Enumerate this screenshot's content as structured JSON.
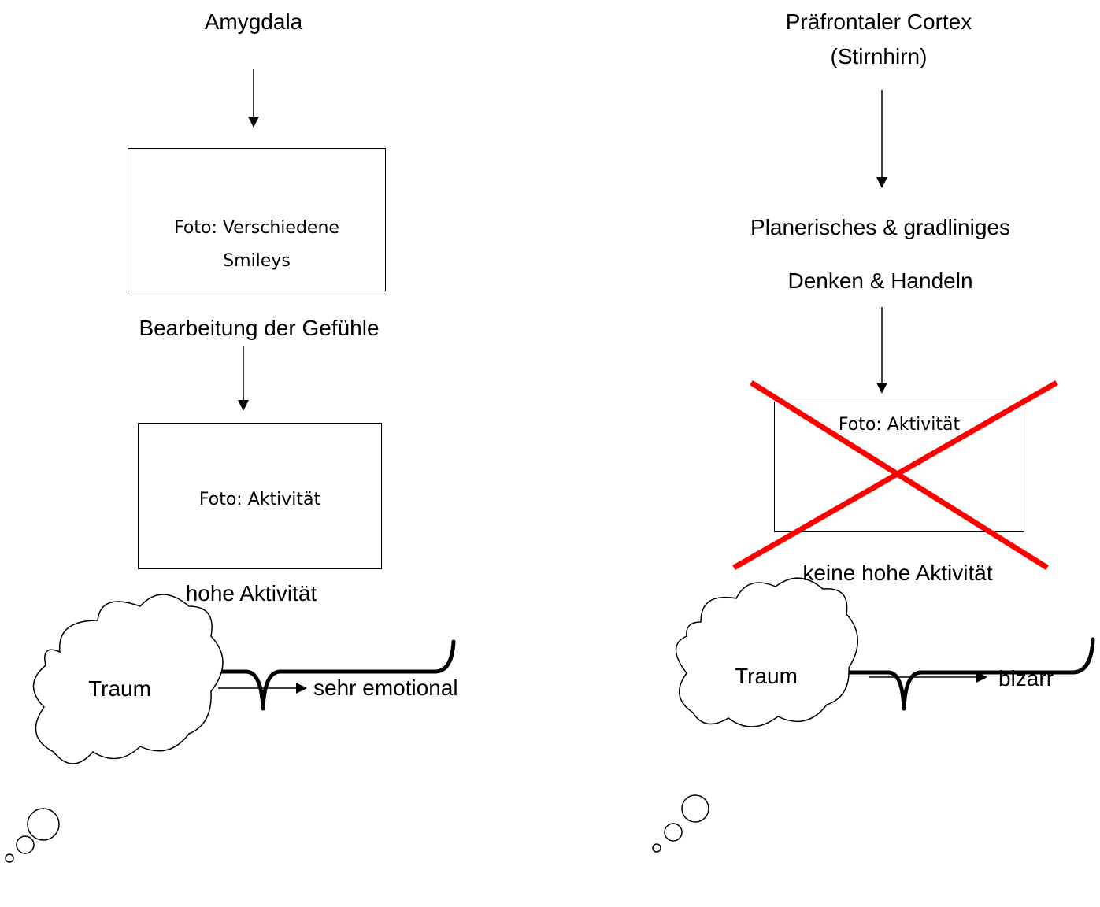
{
  "left": {
    "title": "Amygdala",
    "box1_lines": [
      "Foto: Verschiedene",
      "Smileys"
    ],
    "caption1": "Bearbeitung der Gefühle",
    "box2_text": "Foto: Aktivität",
    "caption2": "hohe Aktivität",
    "cloud_text": "Traum",
    "result": "sehr emotional"
  },
  "right": {
    "title_line1": "Präfrontaler Cortex",
    "title_line2": "(Stirnhirn)",
    "desc_line1": "Planerisches & gradliniges",
    "desc_line2": "Denken & Handeln",
    "box_text": "Foto: Aktivität",
    "caption": "keine hohe Aktivität",
    "cloud_text": "Traum",
    "result": "bizarr"
  },
  "colors": {
    "cross": "#ff0000",
    "line": "#000000"
  }
}
